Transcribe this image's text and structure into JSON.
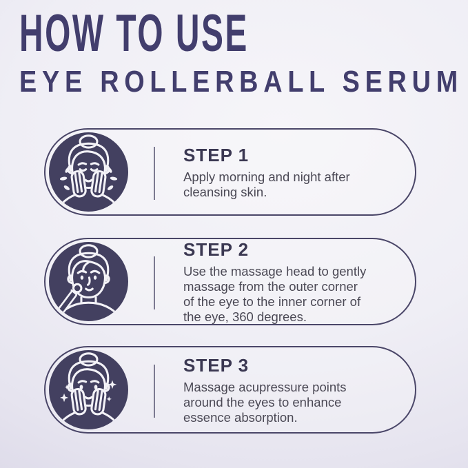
{
  "header": {
    "title_line1": "HOW TO USE",
    "title_line2": "EYE ROLLERBALL SERUM"
  },
  "colors": {
    "background_center": "#f6f5f9",
    "background_edge": "#d7d4e5",
    "title_text": "#423e6d",
    "pill_border": "#4a4668",
    "icon_circle_fill": "#434060",
    "icon_line_stroke": "#f3f2f7",
    "step_label_text": "#3b3852",
    "step_description_text": "#4b4955",
    "divider": "#7b7990"
  },
  "steps": [
    {
      "label": "STEP 1",
      "description": "Apply morning and night after\ncleansing skin.",
      "icon": "face-cleansing-icon"
    },
    {
      "label": "STEP 2",
      "description": "Use the massage head to gently\nmassage from the outer corner\nof the eye to the inner corner of\nthe eye, 360 degrees.",
      "icon": "face-roller-massage-icon"
    },
    {
      "label": "STEP 3",
      "description": "Massage acupressure points\naround the eyes to enhance\nessence absorption.",
      "icon": "face-acupressure-icon"
    }
  ]
}
